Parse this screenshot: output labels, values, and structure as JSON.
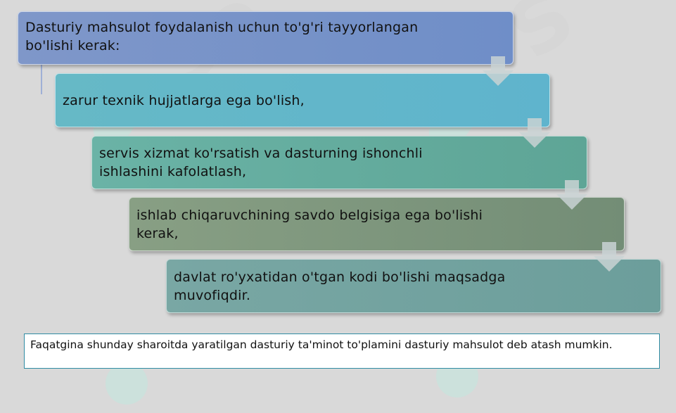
{
  "steps": [
    {
      "lines": [
        "Dasturiy mahsulot foydalanish uchun to'g'ri tayyorlangan",
        "bo'lishi kerak:"
      ]
    },
    {
      "lines": [
        "zarur texnik hujjatlarga ega bo'lish,"
      ]
    },
    {
      "lines": [
        "servis xizmat ko'rsatish va dasturning ishonchli",
        "ishlashini kafolatlash,"
      ]
    },
    {
      "lines": [
        "ishlab chiqaruvchining savdo belgisiga ega bo'lishi",
        "kerak,"
      ]
    },
    {
      "lines": [
        "davlat ro'yxatidan o'tgan kodi bo'lishi maqsadga",
        "muvofiqdir."
      ]
    }
  ],
  "note": "Faqatgina shunday sharoitda yaratilgan dasturiy ta'minot to'plamini dasturiy mahsulot deb atash mumkin.",
  "colors": {
    "step0": "#7f97c9",
    "step1": "#66b9c6",
    "step2": "#6ab3a6",
    "step3": "#889f84",
    "step4": "#79a7a4",
    "arrow": "#c9d3d4",
    "note_border": "#2f8ca3"
  }
}
